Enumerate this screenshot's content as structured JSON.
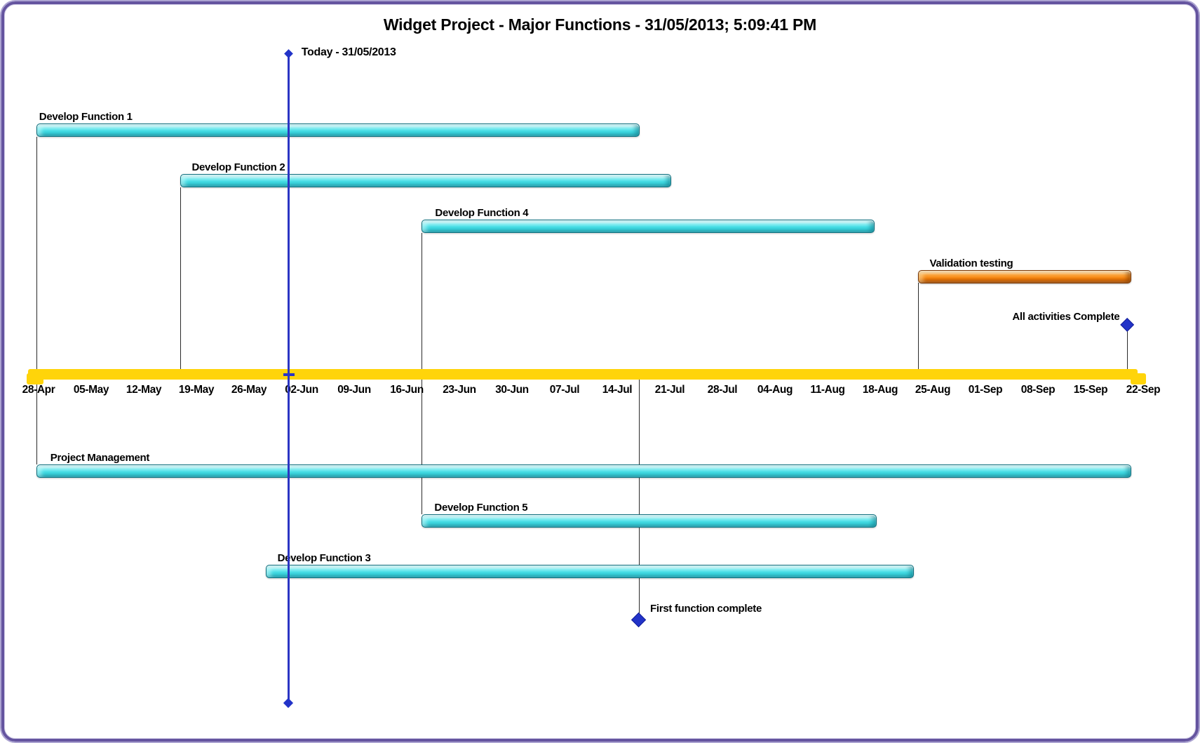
{
  "title": "Widget Project - Major Functions - 31/05/2013; 5:09:41 PM",
  "today_label": "Today - 31/05/2013",
  "colors": {
    "task_cyan": "#3BD9E2",
    "task_orange": "#F68712",
    "axis_yellow": "#FFD40A",
    "today_line_blue": "#2B35C4",
    "milestone_blue": "#2233C8",
    "frame_purple": "#64549F",
    "connector_gray": "#2a2a2a",
    "text_black": "#000000"
  },
  "chart_data": {
    "type": "gantt",
    "title": "Widget Project - Major Functions - 31/05/2013; 5:09:41 PM",
    "time_axis": {
      "tick_labels": [
        "28-Apr",
        "05-May",
        "12-May",
        "19-May",
        "26-May",
        "02-Jun",
        "09-Jun",
        "16-Jun",
        "23-Jun",
        "30-Jun",
        "07-Jul",
        "14-Jul",
        "21-Jul",
        "28-Jul",
        "04-Aug",
        "11-Aug",
        "18-Aug",
        "25-Aug",
        "01-Sep",
        "08-Sep",
        "15-Sep",
        "22-Sep"
      ],
      "tick_interval_days": 7,
      "grid": false,
      "axis_style": "yellow horizontal band across middle of chart"
    },
    "today_marker": {
      "label": "Today - 31/05/2013",
      "date": "31/05/2013",
      "day_offset": 33.3
    },
    "tasks": [
      {
        "name": "Develop Function 1",
        "start": "28-Apr",
        "end": "17-Jul",
        "start_day": -0.3,
        "end_day": 80.0,
        "color": "cyan",
        "position": "above-axis"
      },
      {
        "name": "Develop Function 2",
        "start": "17-May",
        "end": "21-Jul",
        "start_day": 18.9,
        "end_day": 84.2,
        "color": "cyan",
        "position": "above-axis"
      },
      {
        "name": "Develop Function 4",
        "start": "18-Jun",
        "end": "16-Aug",
        "start_day": 51.0,
        "end_day": 111.3,
        "color": "cyan",
        "position": "above-axis"
      },
      {
        "name": "Validation testing",
        "start": "23-Aug",
        "end": "21-Sep",
        "start_day": 117.0,
        "end_day": 145.4,
        "color": "orange",
        "position": "above-axis"
      },
      {
        "name": "Project Management",
        "start": "28-Apr",
        "end": "21-Sep",
        "start_day": -0.3,
        "end_day": 145.4,
        "color": "cyan",
        "position": "below-axis"
      },
      {
        "name": "Develop Function 5",
        "start": "18-Jun",
        "end": "16-Aug",
        "start_day": 51.0,
        "end_day": 111.5,
        "color": "cyan",
        "position": "below-axis"
      },
      {
        "name": "Develop Function 3",
        "start": "28-May",
        "end": "22-Aug",
        "start_day": 30.2,
        "end_day": 116.5,
        "color": "cyan",
        "position": "below-axis"
      }
    ],
    "milestones": [
      {
        "name": "All activities Complete",
        "date": "20-Sep",
        "day_offset": 144.9,
        "shape": "diamond",
        "position": "above-axis",
        "label_side": "left"
      },
      {
        "name": "First function complete",
        "date": "16-Jul",
        "day_offset": 79.9,
        "shape": "diamond",
        "position": "below-axis",
        "label_side": "right"
      }
    ],
    "legend": null
  }
}
